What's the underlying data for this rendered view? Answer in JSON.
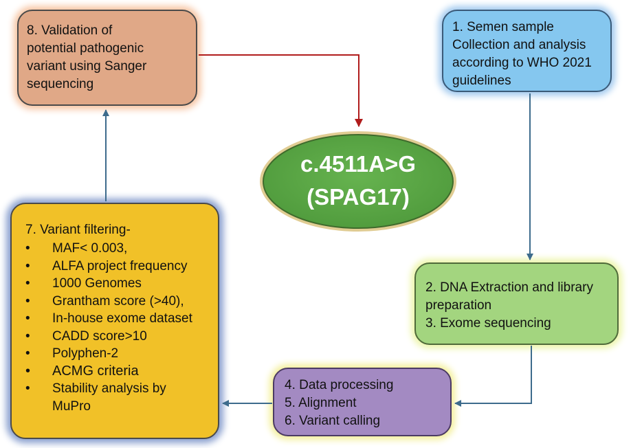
{
  "boxes": {
    "step1": {
      "lines": [
        "1. Semen sample",
        "Collection and analysis",
        "according to WHO 2021",
        "guidelines"
      ]
    },
    "step2_3": {
      "lines": [
        "2. DNA Extraction and library",
        "preparation",
        "3. Exome sequencing"
      ]
    },
    "step4_6": {
      "lines": [
        "4. Data processing",
        "5. Alignment",
        "6. Variant calling"
      ]
    },
    "step7": {
      "title": "7. Variant filtering-",
      "bullets": [
        "MAF< 0.003,",
        "ALFA project frequency",
        "1000 Genomes",
        "Grantham score (>40),",
        "In-house exome dataset",
        "CADD score>10",
        "Polyphen-2",
        "ACMG criteria",
        "Stability analysis by MuPro"
      ]
    },
    "step8": {
      "lines": [
        "8. Validation of",
        "potential pathogenic",
        "variant using Sanger",
        "sequencing"
      ]
    }
  },
  "result": {
    "line1": "c.4511A>G",
    "line2": "(SPAG17)"
  },
  "colors": {
    "step1": "#85c7ef",
    "step2_3": "#a3d57f",
    "step4_6": "#a38ac2",
    "step7": "#f1c128",
    "step8": "#e0a887",
    "result": "#5aa845",
    "arrow_blue": "#3d6b8c",
    "arrow_red": "#b01c1c"
  }
}
